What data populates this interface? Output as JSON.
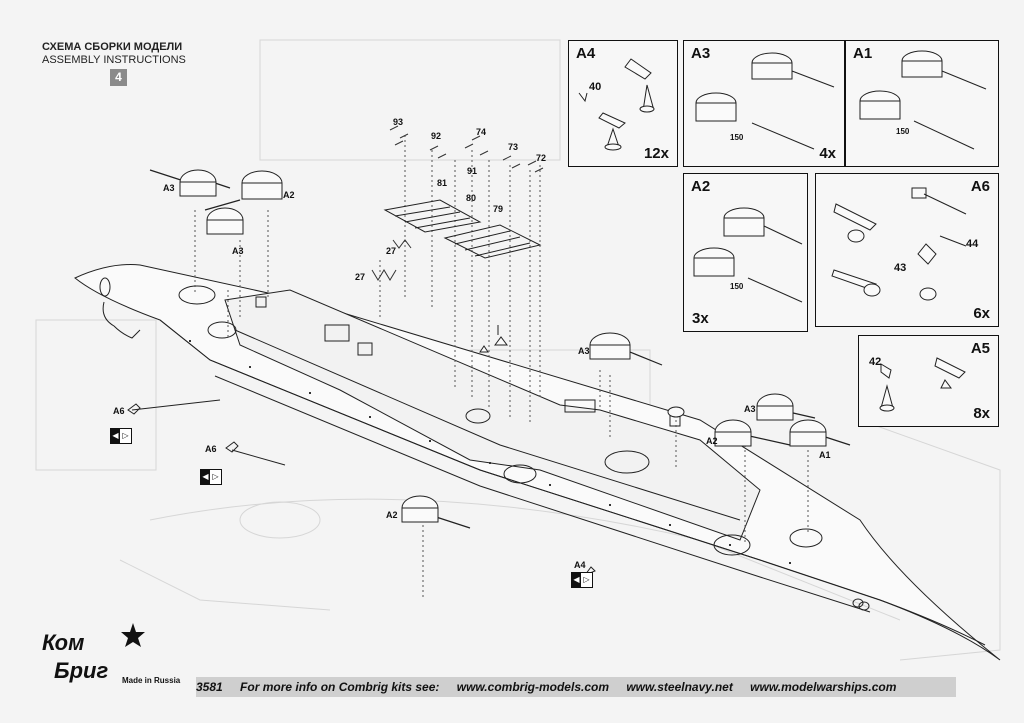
{
  "header": {
    "title_ru": "СХЕМА СБОРКИ МОДЕЛИ",
    "title_en": "ASSEMBLY INSTRUCTIONS",
    "step": "4"
  },
  "subassemblies": [
    {
      "id": "A4",
      "qty": "12x",
      "parts": [
        "40"
      ]
    },
    {
      "id": "A3",
      "qty": "4x",
      "parts": [
        "150"
      ]
    },
    {
      "id": "A1",
      "qty": "",
      "parts": [
        "150"
      ]
    },
    {
      "id": "A2",
      "qty": "3x",
      "parts": [
        "150"
      ]
    },
    {
      "id": "A6",
      "qty": "6x",
      "parts": [
        "44",
        "43"
      ]
    },
    {
      "id": "A5",
      "qty": "8x",
      "parts": [
        "42"
      ]
    }
  ],
  "part_numbers": [
    "93",
    "92",
    "74",
    "73",
    "72",
    "81",
    "91",
    "80",
    "79",
    "27",
    "27"
  ],
  "callouts": [
    "A3",
    "A2",
    "A3",
    "A6",
    "A6",
    "A3",
    "A3",
    "A2",
    "A1",
    "A2",
    "A4"
  ],
  "footer": {
    "code": "3581",
    "info": "For more info on Combrig kits see:",
    "sites": [
      "www.combrig-models.com",
      "www.steelnavy.net",
      "www.modelwarships.com"
    ]
  },
  "logo": {
    "line1": "Ком",
    "line2": "Бриг",
    "made_in": "Made in Russia"
  }
}
